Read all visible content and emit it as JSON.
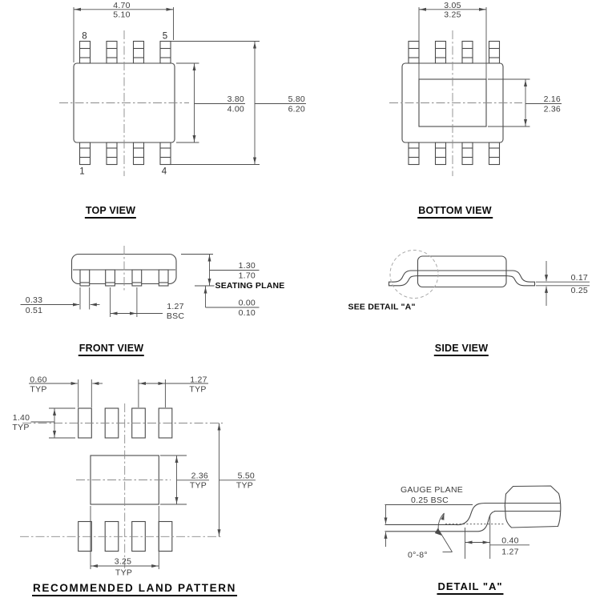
{
  "views": {
    "top": {
      "label": "TOP VIEW",
      "pins": {
        "top_left": "8",
        "top_right": "5",
        "bottom_left": "1",
        "bottom_right": "4"
      },
      "dims": {
        "width": {
          "min": "4.70",
          "max": "5.10"
        },
        "body": {
          "min": "3.80",
          "max": "4.00"
        },
        "overall": {
          "min": "5.80",
          "max": "6.20"
        }
      }
    },
    "bottom": {
      "label": "BOTTOM VIEW",
      "dims": {
        "pad_width": {
          "min": "3.05",
          "max": "3.25"
        },
        "pad_height": {
          "min": "2.16",
          "max": "2.36"
        }
      }
    },
    "front": {
      "label": "FRONT VIEW",
      "seating_plane": "SEATING PLANE",
      "dims": {
        "height": {
          "min": "1.30",
          "max": "1.70"
        },
        "standoff": {
          "min": "0.00",
          "max": "0.10"
        },
        "lead_width": {
          "min": "0.33",
          "max": "0.51"
        },
        "pitch": {
          "value": "1.27",
          "note": "BSC"
        }
      }
    },
    "side": {
      "label": "SIDE VIEW",
      "see_detail": "SEE DETAIL \"A\"",
      "dims": {
        "lead_thickness": {
          "min": "0.17",
          "max": "0.25"
        }
      }
    },
    "land": {
      "label": "RECOMMENDED LAND PATTERN",
      "typ": "TYP",
      "dims": {
        "pad_width": "0.60",
        "pitch": "1.27",
        "pad_height": "1.40",
        "center_pad_height": "2.36",
        "overall_height": "5.50",
        "center_pad_width": "3.25"
      }
    },
    "detail": {
      "label": "DETAIL \"A\"",
      "gauge_plane": "GAUGE PLANE",
      "gauge_offset": "0.25 BSC",
      "lead_angle": "0°-8°",
      "dims": {
        "foot_length": {
          "min": "0.40",
          "max": "1.27"
        }
      }
    }
  }
}
